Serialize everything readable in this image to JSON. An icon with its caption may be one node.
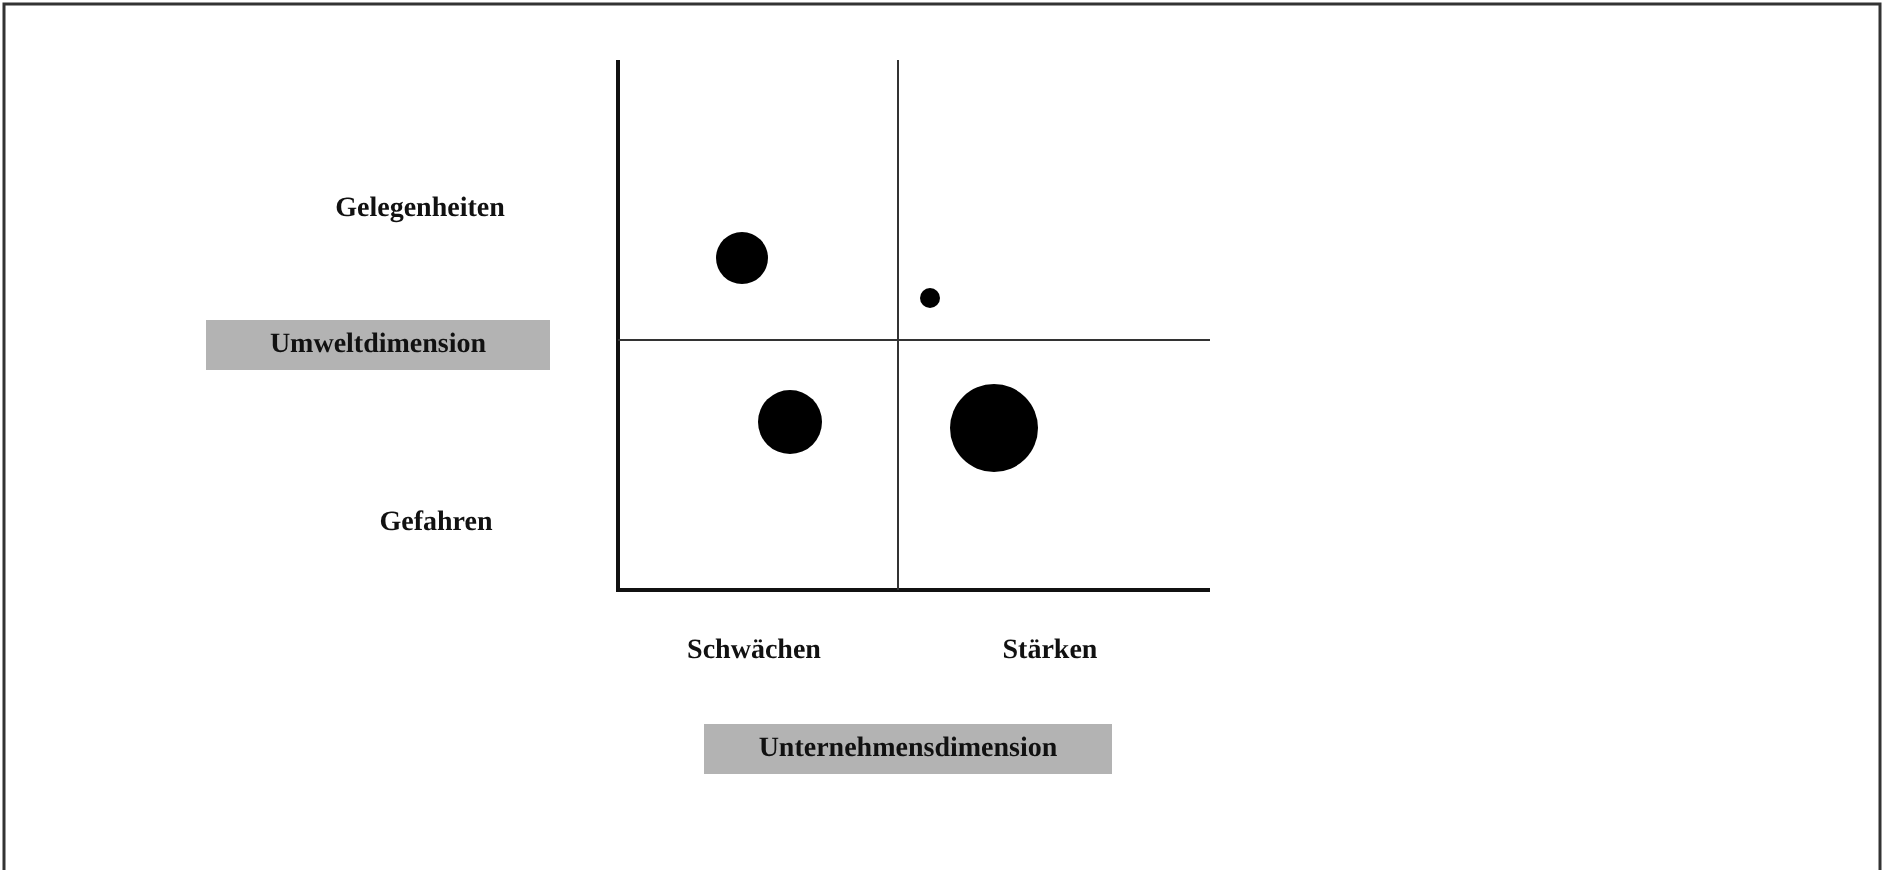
{
  "diagram": {
    "nodes": [
      {
        "text": [
          "Umweltdimension"
        ]
      },
      {
        "text": [
          "Unternehmensdimension"
        ]
      }
    ],
    "labels": [
      "Gelegenheiten",
      "Gefahren",
      "Schwächen",
      "Stärken"
    ]
  }
}
